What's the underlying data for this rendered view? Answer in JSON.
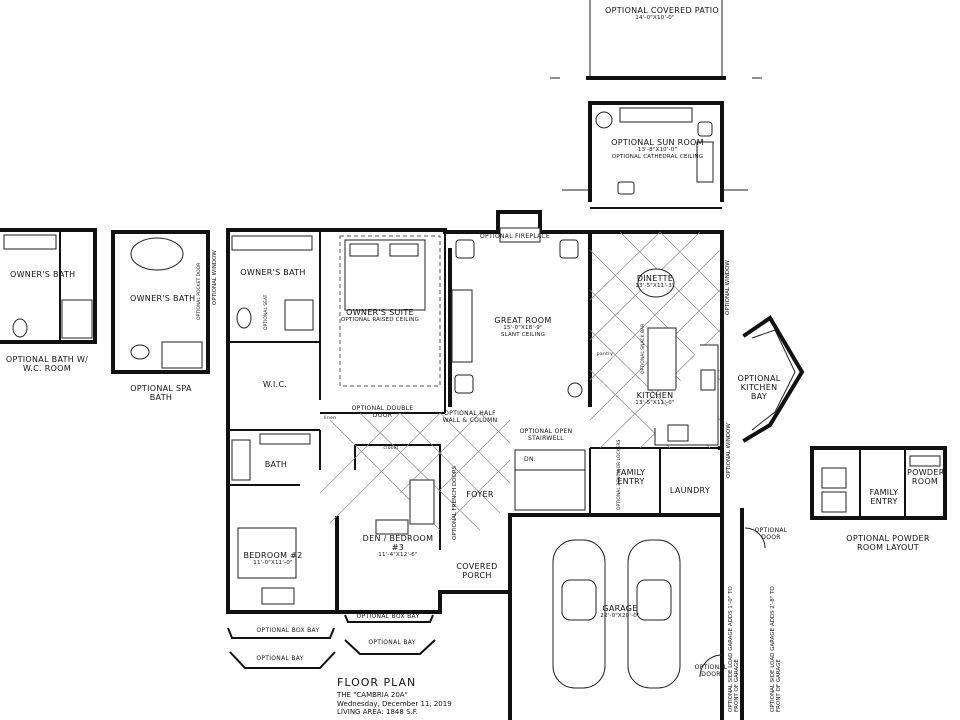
{
  "title_block": {
    "heading": "FLOOR PLAN",
    "model": "THE \"CAMBRIA 20A\"",
    "date": "Wednesday, December 11, 2019",
    "area": "LIVING AREA: 1848 S.F."
  },
  "rooms": {
    "patio": {
      "name": "OPTIONAL COVERED PATIO",
      "dims": "14'-0\"x10'-0\""
    },
    "sun_room": {
      "name": "OPTIONAL SUN ROOM",
      "dims": "13'-8\"x10'-0\"",
      "note": "OPTIONAL CATHEDRAL CEILING"
    },
    "great_room": {
      "name": "GREAT ROOM",
      "dims": "15'-0\"x18'-9\"",
      "note": "SLANT CEILING"
    },
    "owners_suite": {
      "name": "OWNER'S SUITE",
      "note": "OPTIONAL RAISED CEILING"
    },
    "owners_bath": {
      "name": "OWNER'S BATH"
    },
    "wic": {
      "name": "W.I.C."
    },
    "dinette": {
      "name": "DINETTE",
      "dims": "13'-5\"x11'-3\""
    },
    "kitchen": {
      "name": "KITCHEN",
      "dims": "13'-5\"x11'-0\""
    },
    "bath": {
      "name": "BATH"
    },
    "bedroom2": {
      "name": "BEDROOM #2",
      "dims": "11'-0\"x11'-0\""
    },
    "den": {
      "name": "DEN / BEDROOM #3",
      "dims": "11'-4\"x12'-6\""
    },
    "foyer": {
      "name": "FOYER"
    },
    "covered_porch": {
      "name": "COVERED PORCH"
    },
    "family_entry": {
      "name": "FAMILY ENTRY"
    },
    "laundry": {
      "name": "LAUNDRY"
    },
    "garage": {
      "name": "GARAGE",
      "dims": "22'-0\"x20'-0\""
    },
    "powder_room": {
      "name": "POWDER ROOM"
    },
    "family_entry_alt": {
      "name": "FAMILY ENTRY"
    }
  },
  "options": {
    "bath_wc": {
      "room": "OWNER'S BATH",
      "caption": "OPTIONAL BATH W/ W.C. ROOM"
    },
    "spa_bath": {
      "room": "OWNER'S BATH",
      "caption": "OPTIONAL SPA BATH"
    },
    "kitchen_bay": "OPTIONAL KITCHEN BAY",
    "powder_layout": "OPTIONAL POWDER ROOM LAYOUT"
  },
  "notes": {
    "fireplace": "OPTIONAL FIREPLACE",
    "double_door": "OPTIONAL DOUBLE DOOR",
    "half_wall": "OPTIONAL HALF WALL & COLUMN",
    "open_stairwell": "OPTIONAL OPEN STAIRWELL",
    "french_doors": "OPTIONAL FRENCH DOORS",
    "box_bay_1": "OPTIONAL BOX BAY",
    "box_bay_2": "OPTIONAL BOX BAY",
    "bay_1": "OPTIONAL BAY",
    "bay_2": "OPTIONAL BAY",
    "window_1": "OPTIONAL WINDOW",
    "window_2": "OPTIONAL WINDOW",
    "window_3": "OPTIONAL WINDOW",
    "door_1": "OPTIONAL DOOR",
    "door_2": "OPTIONAL DOOR",
    "side_garage_1": "OPTIONAL SIDE LOAD GARAGE ADDS 1'-0\" TO FRONT OF GARAGE",
    "side_garage_2": "OPTIONAL SIDE LOAD GARAGE ADDS 2'-8\" TO FRONT OF GARAGE",
    "dn": "DN.",
    "pantry": "pantry",
    "closet": "closet",
    "linen": "linen",
    "bench": "OPTIONAL BENCH OR LOCKERS",
    "snack_bar": "OPTIONAL SNACK BAR",
    "pocket_door": "OPTIONAL POCKET DOOR",
    "seat": "OPTIONAL SEAT"
  }
}
